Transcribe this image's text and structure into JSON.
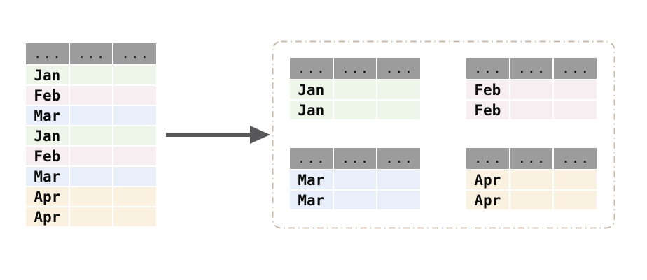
{
  "palette": {
    "canvas_bg": "#ffffff",
    "header_bg": "#9c9c9c",
    "header_dots": "#1b1b1b",
    "month_text": "#0c0c0c",
    "jan_row": "#eef5e9",
    "feb_row": "#f6eef0",
    "mar_row": "#e8effa",
    "apr_row": "#fbf1e1",
    "arrow": "#58585a",
    "group_box_border": "#c7b6a5"
  },
  "source_table": {
    "column_headers": [
      "...",
      "...",
      "..."
    ],
    "rows": [
      {
        "month": "Jan",
        "row_color": "#eef5e9"
      },
      {
        "month": "Feb",
        "row_color": "#f6eef0"
      },
      {
        "month": "Mar",
        "row_color": "#e8effa"
      },
      {
        "month": "Jan",
        "row_color": "#eef5e9"
      },
      {
        "month": "Feb",
        "row_color": "#f6eef0"
      },
      {
        "month": "Mar",
        "row_color": "#e8effa"
      },
      {
        "month": "Apr",
        "row_color": "#fbf1e1"
      },
      {
        "month": "Apr",
        "row_color": "#fbf1e1"
      }
    ]
  },
  "grouped_tables": [
    {
      "group": "Jan",
      "column_headers": [
        "...",
        "...",
        "..."
      ],
      "rows": [
        "Jan",
        "Jan"
      ],
      "row_color": "#eef5e9"
    },
    {
      "group": "Feb",
      "column_headers": [
        "...",
        "...",
        "..."
      ],
      "rows": [
        "Feb",
        "Feb"
      ],
      "row_color": "#f6eef0"
    },
    {
      "group": "Mar",
      "column_headers": [
        "...",
        "...",
        "..."
      ],
      "rows": [
        "Mar",
        "Mar"
      ],
      "row_color": "#e8effa"
    },
    {
      "group": "Apr",
      "column_headers": [
        "...",
        "...",
        "..."
      ],
      "rows": [
        "Apr",
        "Apr"
      ],
      "row_color": "#fbf1e1"
    }
  ]
}
